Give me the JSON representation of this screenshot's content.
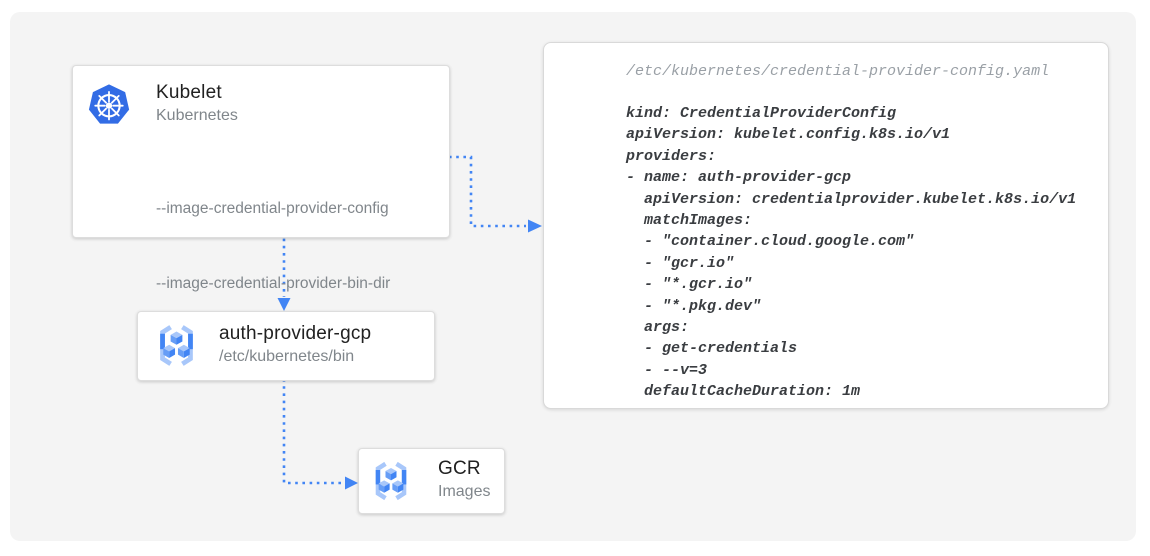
{
  "nodes": {
    "kubelet": {
      "title": "Kubelet",
      "subtitle": "Kubernetes",
      "flags": [
        "--image-credential-provider-config",
        "--image-credential-provider-bin-dir"
      ]
    },
    "auth_provider": {
      "title": "auth-provider-gcp",
      "subtitle": "/etc/kubernetes/bin"
    },
    "gcr": {
      "title": "GCR",
      "subtitle": "Images"
    }
  },
  "config_file": {
    "path": "/etc/kubernetes/credential-provider-config.yaml",
    "lines": [
      "kind: CredentialProviderConfig",
      "apiVersion: kubelet.config.k8s.io/v1",
      "providers:",
      "- name: auth-provider-gcp",
      "  apiVersion: credentialprovider.kubelet.k8s.io/v1",
      "  matchImages:",
      "  - \"container.cloud.google.com\"",
      "  - \"gcr.io\"",
      "  - \"*.gcr.io\"",
      "  - \"*.pkg.dev\"",
      "  args:",
      "  - get-credentials",
      "  - --v=3",
      "  defaultCacheDuration: 1m"
    ]
  },
  "icons": [
    "kubernetes-icon",
    "container-registry-icon"
  ],
  "colors": {
    "arrow_blue": "#4285f4",
    "kubernetes_blue": "#326ce5",
    "registry_light_blue": "#a8c7fa",
    "registry_mid_blue": "#669df6",
    "background_gray": "#f4f4f4",
    "text_dark": "#212121",
    "text_gray": "#80868b",
    "code_title_gray": "#9aa0a6",
    "code_text": "#3a3d41"
  }
}
